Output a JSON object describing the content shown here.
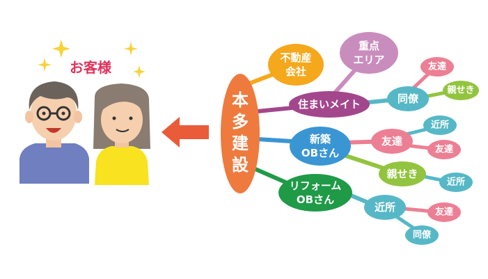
{
  "customers_label": "お客様",
  "center": {
    "lines": [
      "本",
      "多",
      "建",
      "設"
    ],
    "color": "#ee7a3e"
  },
  "nodes": {
    "fudosan": {
      "lines": [
        "不動産",
        "会社"
      ],
      "color": "#f5a81c"
    },
    "juten": {
      "lines": [
        "重点",
        "エリア"
      ],
      "color": "#c98dbd"
    },
    "sumai": {
      "lines": [
        "住まいメイト"
      ],
      "color": "#a3478c"
    },
    "shinchiku": {
      "lines": [
        "新築",
        "OBさん"
      ],
      "color": "#3a95d3"
    },
    "reform": {
      "lines": [
        "リフォーム",
        "OBさん"
      ],
      "color": "#1f9a47"
    },
    "sumai_dory": {
      "lines": [
        "同僚"
      ],
      "color": "#56b8c6"
    },
    "sumai_tomo": {
      "lines": [
        "友達"
      ],
      "color": "#ec7f94"
    },
    "sumai_shin": {
      "lines": [
        "親せき"
      ],
      "color": "#92c43f"
    },
    "shin_tomo": {
      "lines": [
        "友達"
      ],
      "color": "#ec7f94"
    },
    "shin_tomo_kin": {
      "lines": [
        "近所"
      ],
      "color": "#56b8c6"
    },
    "shin_tomo_tomo": {
      "lines": [
        "友達"
      ],
      "color": "#ec7f94"
    },
    "shin_shin": {
      "lines": [
        "親せき"
      ],
      "color": "#92c43f"
    },
    "shin_shin_kin": {
      "lines": [
        "近所"
      ],
      "color": "#56b8c6"
    },
    "ref_kin": {
      "lines": [
        "近所"
      ],
      "color": "#56b8c6"
    },
    "ref_kin_tomo": {
      "lines": [
        "友達"
      ],
      "color": "#ec7f94"
    },
    "ref_kin_dory": {
      "lines": [
        "同僚"
      ],
      "color": "#56b8c6"
    }
  },
  "colors": {
    "arrow": "#ea5b3a",
    "customer_label": "#e0325a",
    "sparkle": "#f7d23a",
    "line_blue": "#3a95d3",
    "line_purple": "#a3478c",
    "line_green": "#1f9a47",
    "line_orange": "#f5a81c",
    "line_lilac": "#c98dbd",
    "line_teal": "#56b8c6",
    "line_pink": "#ec7f94",
    "line_lime": "#92c43f"
  }
}
